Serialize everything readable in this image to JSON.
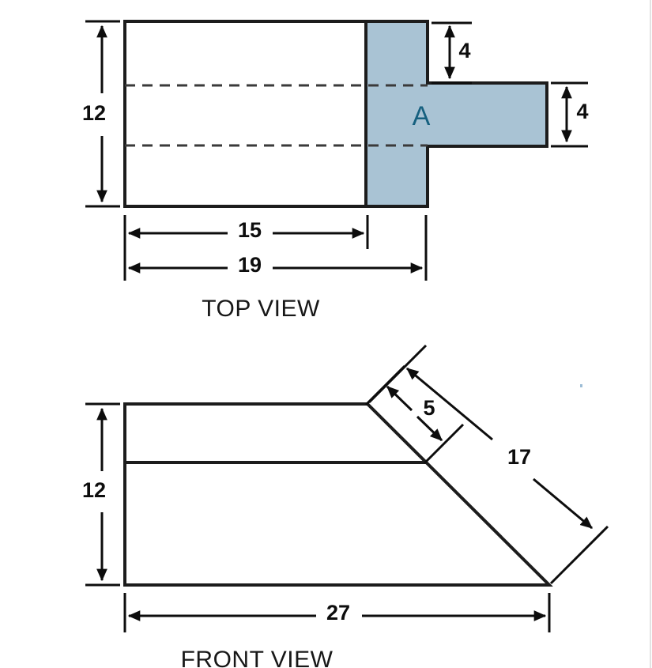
{
  "drawing": {
    "background_color": "#ffffff",
    "line_color": "#1c1c1c",
    "hidden_line_color": "#3a3a3a",
    "shade_color": "#a9c3d4",
    "label_color": "#16607f"
  },
  "top_view": {
    "title": "TOP VIEW",
    "region_label": "A",
    "dimensions": {
      "height": "12",
      "length_to_step": "15",
      "total_length": "19",
      "arm_offset_top": "4",
      "arm_width": "4"
    }
  },
  "front_view": {
    "title": "FRONT VIEW",
    "dimensions": {
      "height": "12",
      "base_length": "27",
      "upper_incline": "5",
      "full_incline": "17"
    }
  }
}
